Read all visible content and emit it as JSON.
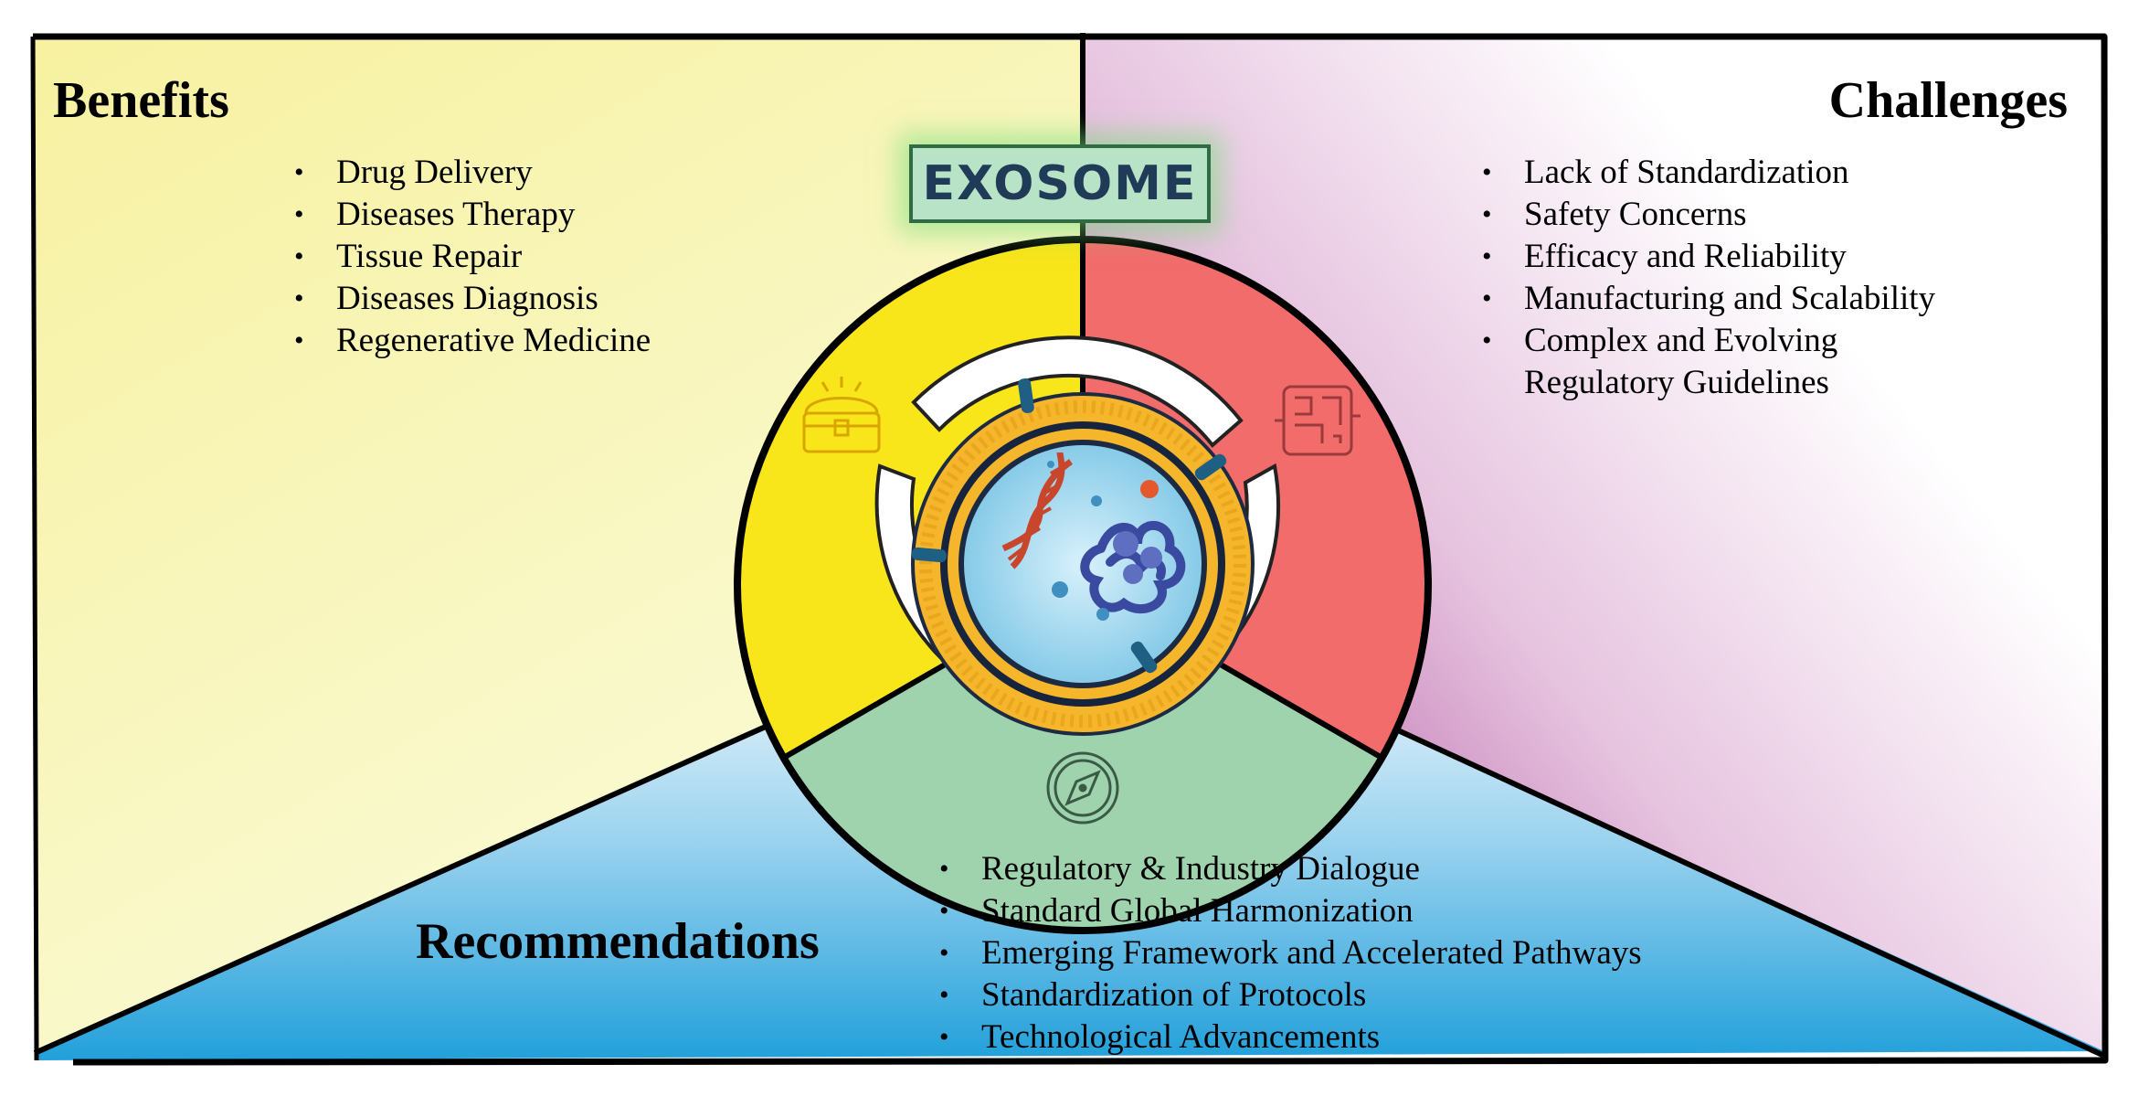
{
  "center_label": "EXOSOME",
  "benefits": {
    "title": "Benefits",
    "items": [
      "Drug Delivery",
      "Diseases Therapy",
      "Tissue Repair",
      "Diseases Diagnosis",
      "Regenerative Medicine"
    ],
    "icon": "treasure-chest-icon",
    "color": "#f8e51a"
  },
  "challenges": {
    "title": "Challenges",
    "items": [
      "Lack of Standardization",
      "Safety Concerns",
      "Efficacy and Reliability",
      "Manufacturing and Scalability",
      "Complex and Evolving Regulatory Guidelines"
    ],
    "icon": "maze-icon",
    "color": "#f26c6c"
  },
  "recommendations": {
    "title": "Recommendations",
    "items": [
      "Regulatory & Industry Dialogue",
      "Standard Global Harmonization",
      "Emerging Framework and Accelerated Pathways",
      "Standardization of Protocols",
      "Technological Advancements"
    ],
    "icon": "compass-icon",
    "color": "#9fd3ad"
  },
  "background_colors": {
    "benefits": "#f4ef8a",
    "challenges": "#a63a92",
    "recommendations": "#2aa3dc"
  }
}
